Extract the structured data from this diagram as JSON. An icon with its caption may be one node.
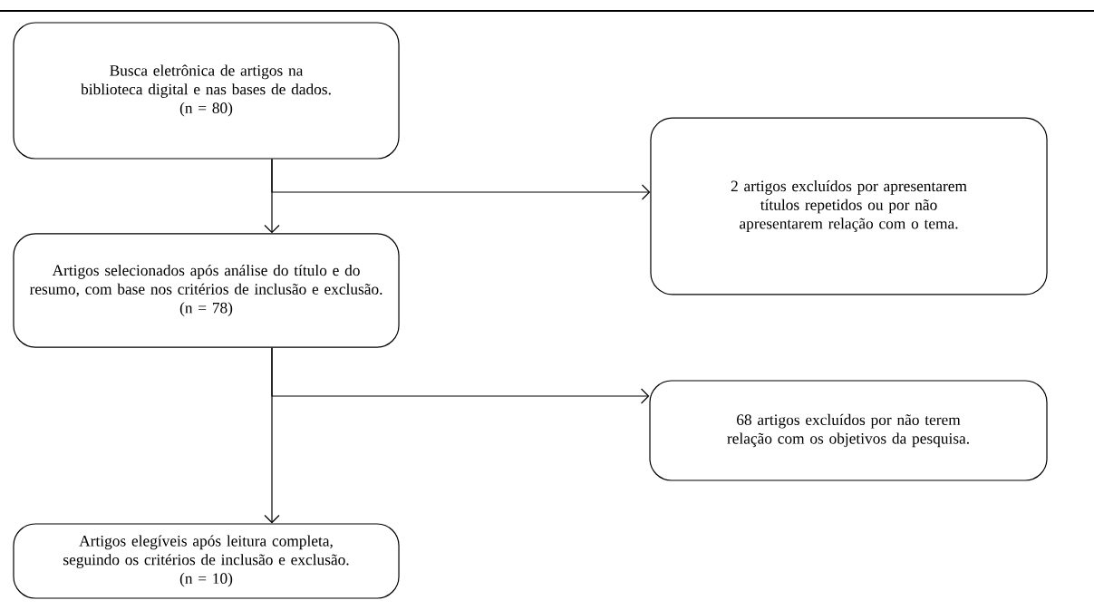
{
  "diagram": {
    "nodes": [
      {
        "text": [
          "Busca eletrônica de artigos na biblioteca digital e nas bases de dados.",
          "(n = 80)"
        ]
      },
      {
        "text": [
          "2 artigos excluídos por apresentarem títulos repetidos ou por não apresentarem relação com o tema."
        ]
      },
      {
        "text": [
          "Artigos selecionados após análise do título e do resumo, com base nos critérios de inclusão e exclusão.",
          "(n = 78)"
        ]
      },
      {
        "text": [
          "68 artigos excluídos por não terem relação com os objetivos da pesquisa."
        ]
      },
      {
        "text": [
          "Artigos elegíveis após leitura completa, seguindo os critérios de inclusão e exclusão.",
          "(n = 10)"
        ]
      }
    ],
    "edges": [
      {
        "from": 0,
        "to": 2,
        "arrow": "to"
      },
      {
        "from": 0,
        "to": 1,
        "arrow": "to"
      },
      {
        "from": 2,
        "to": 4,
        "arrow": "to"
      },
      {
        "from": 2,
        "to": 3,
        "arrow": "to"
      }
    ]
  }
}
